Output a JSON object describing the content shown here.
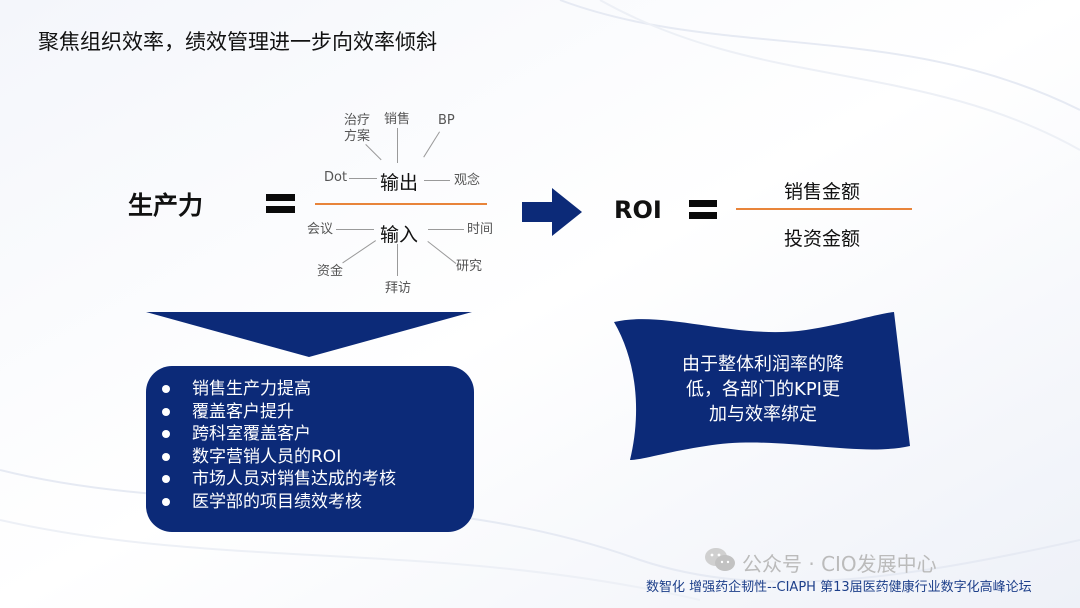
{
  "title": "聚焦组织效率，绩效管理进一步向效率倾斜",
  "productivity": {
    "label": "生产力",
    "output_label": "输出",
    "input_label": "输入",
    "output_factors": [
      "治疗方案",
      "销售",
      "BP",
      "Dot",
      "观念"
    ],
    "input_factors": [
      "会议",
      "时间",
      "资金",
      "拜访",
      "研究"
    ]
  },
  "roi": {
    "label": "ROI",
    "numerator": "销售金额",
    "denominator": "投资金额"
  },
  "bullet_box": {
    "items": [
      "销售生产力提高",
      "覆盖客户提升",
      "跨科室覆盖客户",
      "数字营销人员的ROI",
      "市场人员对销售达成的考核",
      "医学部的项目绩效考核"
    ]
  },
  "banner": {
    "line1": "由于整体利润率的降",
    "line2": "低，各部门的KPI更",
    "line3": "加与效率绑定"
  },
  "watermark": "公众号 · CIO发展中心",
  "footer": "数智化 增强药企韧性--CIAPH 第13届医药健康行业数字化高峰论坛",
  "colors": {
    "navy": "#0c2a78",
    "orange": "#e8843a",
    "footer_blue": "#1d3f8a"
  }
}
